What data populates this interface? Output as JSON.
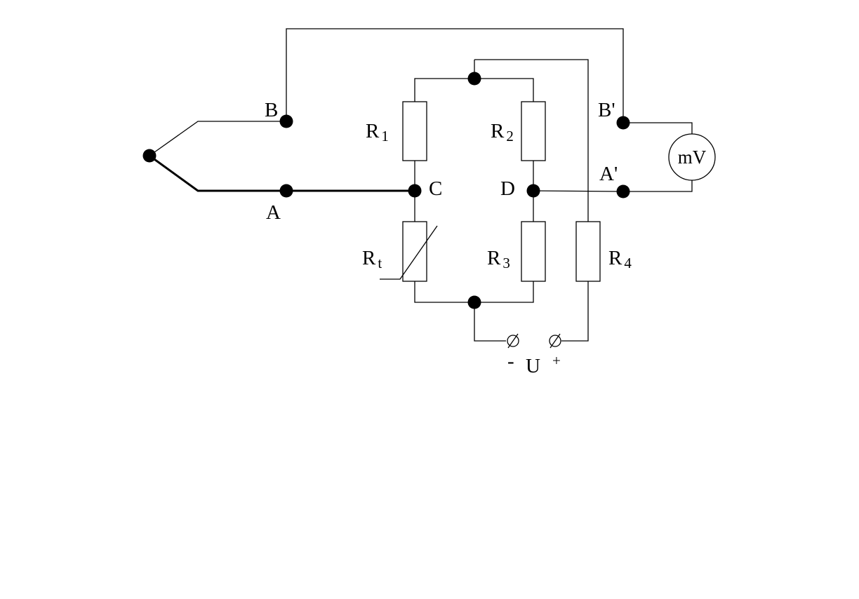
{
  "labels": {
    "B": "B",
    "A": "A",
    "C": "C",
    "D": "D",
    "B_prime": "B'",
    "A_prime": "A'",
    "R1": {
      "main": "R",
      "sub": "1"
    },
    "R2": {
      "main": "R",
      "sub": "2"
    },
    "Rt": {
      "main": "R",
      "sub": "t"
    },
    "R3": {
      "main": "R",
      "sub": "3"
    },
    "R4": {
      "main": "R",
      "sub": "4"
    },
    "meter": "mV",
    "supply_minus": "-",
    "supply": "U",
    "supply_plus": "+"
  }
}
